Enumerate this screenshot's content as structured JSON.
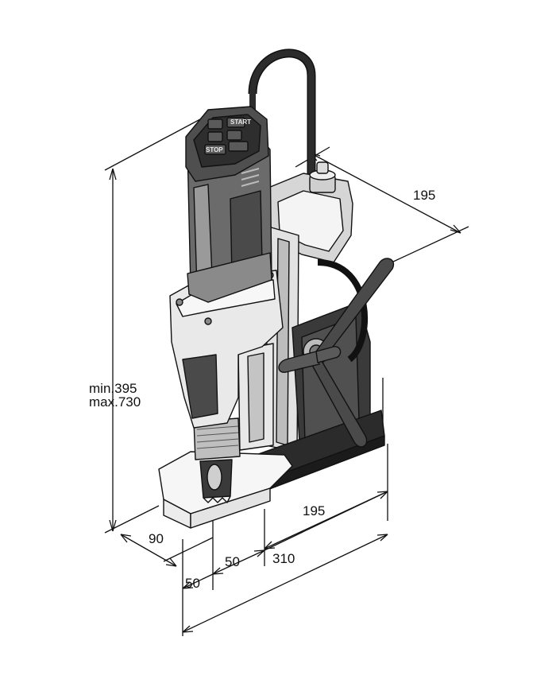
{
  "dimensions": {
    "height_line1": "min.395",
    "height_line2": "max.730",
    "depth_top": "195",
    "base_width": "195",
    "depth_bottom": "90",
    "offset_a": "50",
    "offset_b": "50",
    "total_length": "310"
  },
  "control_panel": {
    "start_label": "START",
    "stop_label": "STOP"
  },
  "colors": {
    "line": "#111111",
    "body_dark": "#3a3a3a",
    "body_mid": "#8a8a8a",
    "body_light": "#d6d6d6",
    "body_white": "#f4f4f4"
  }
}
